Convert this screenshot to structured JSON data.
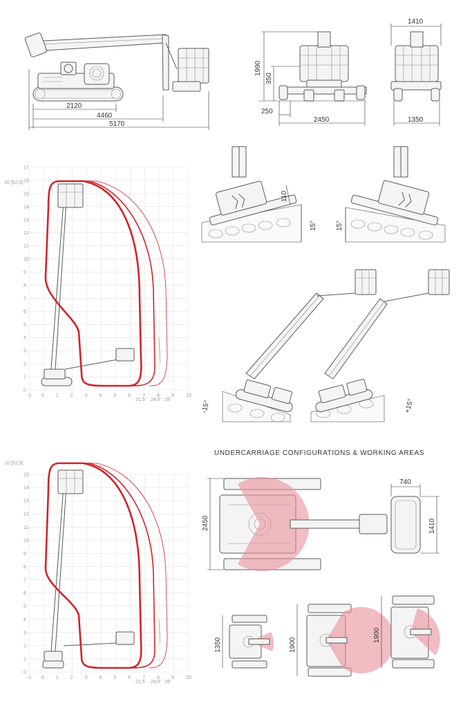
{
  "side_view": {
    "dims": {
      "a": "2120",
      "b": "4460",
      "c": "5170"
    }
  },
  "front_view": {
    "dims": {
      "height": "1990",
      "ground_clear": "350",
      "track": "250",
      "width": "2450"
    }
  },
  "rear_view": {
    "dims": {
      "top": "1410",
      "bottom": "1350"
    }
  },
  "slope_view": {
    "dims": {
      "level": "110",
      "angle_left": "15°",
      "angle_right": "15°"
    }
  },
  "boom_slope_view": {
    "angle_left": "-15°",
    "angle_right": "+15°"
  },
  "working_chart_1": {
    "top_label": "16 [52,5]",
    "y_ticks": [
      "17",
      "16",
      "15",
      "14",
      "13",
      "12",
      "11",
      "10",
      "9",
      "8",
      "7",
      "6",
      "5",
      "4",
      "3",
      "2",
      "1",
      "0"
    ],
    "x_ticks": [
      "-1",
      "0",
      "1",
      "2",
      "3",
      "4",
      "5",
      "6",
      "7",
      "8",
      "9",
      "10"
    ],
    "reach_labels": [
      "21,5'",
      "24,8'",
      "28'"
    ]
  },
  "working_chart_2": {
    "top_label": "16 [52,5]",
    "y_ticks": [
      "15",
      "14",
      "13",
      "12",
      "11",
      "10",
      "9",
      "8",
      "7",
      "6",
      "5",
      "4",
      "3",
      "2",
      "1",
      "0"
    ],
    "x_ticks": [
      "-1",
      "0",
      "1",
      "2",
      "3",
      "4",
      "5",
      "6",
      "7",
      "8",
      "9",
      "10"
    ],
    "reach_labels": [
      "21,5'",
      "24,8'",
      "28'"
    ]
  },
  "undercarriage": {
    "title": "UNDERCARRIAGE CONFIGURATIONS & WORKING AREAS",
    "main_dims": {
      "width": "2450",
      "basket_width": "740",
      "basket_depth": "1410"
    },
    "small_dims": {
      "a": "1350",
      "b": "1900",
      "c": "1900"
    }
  },
  "colors": {
    "envelope": "#d1232a",
    "zone": "#e88f9a",
    "line": "#5a5a5a"
  }
}
